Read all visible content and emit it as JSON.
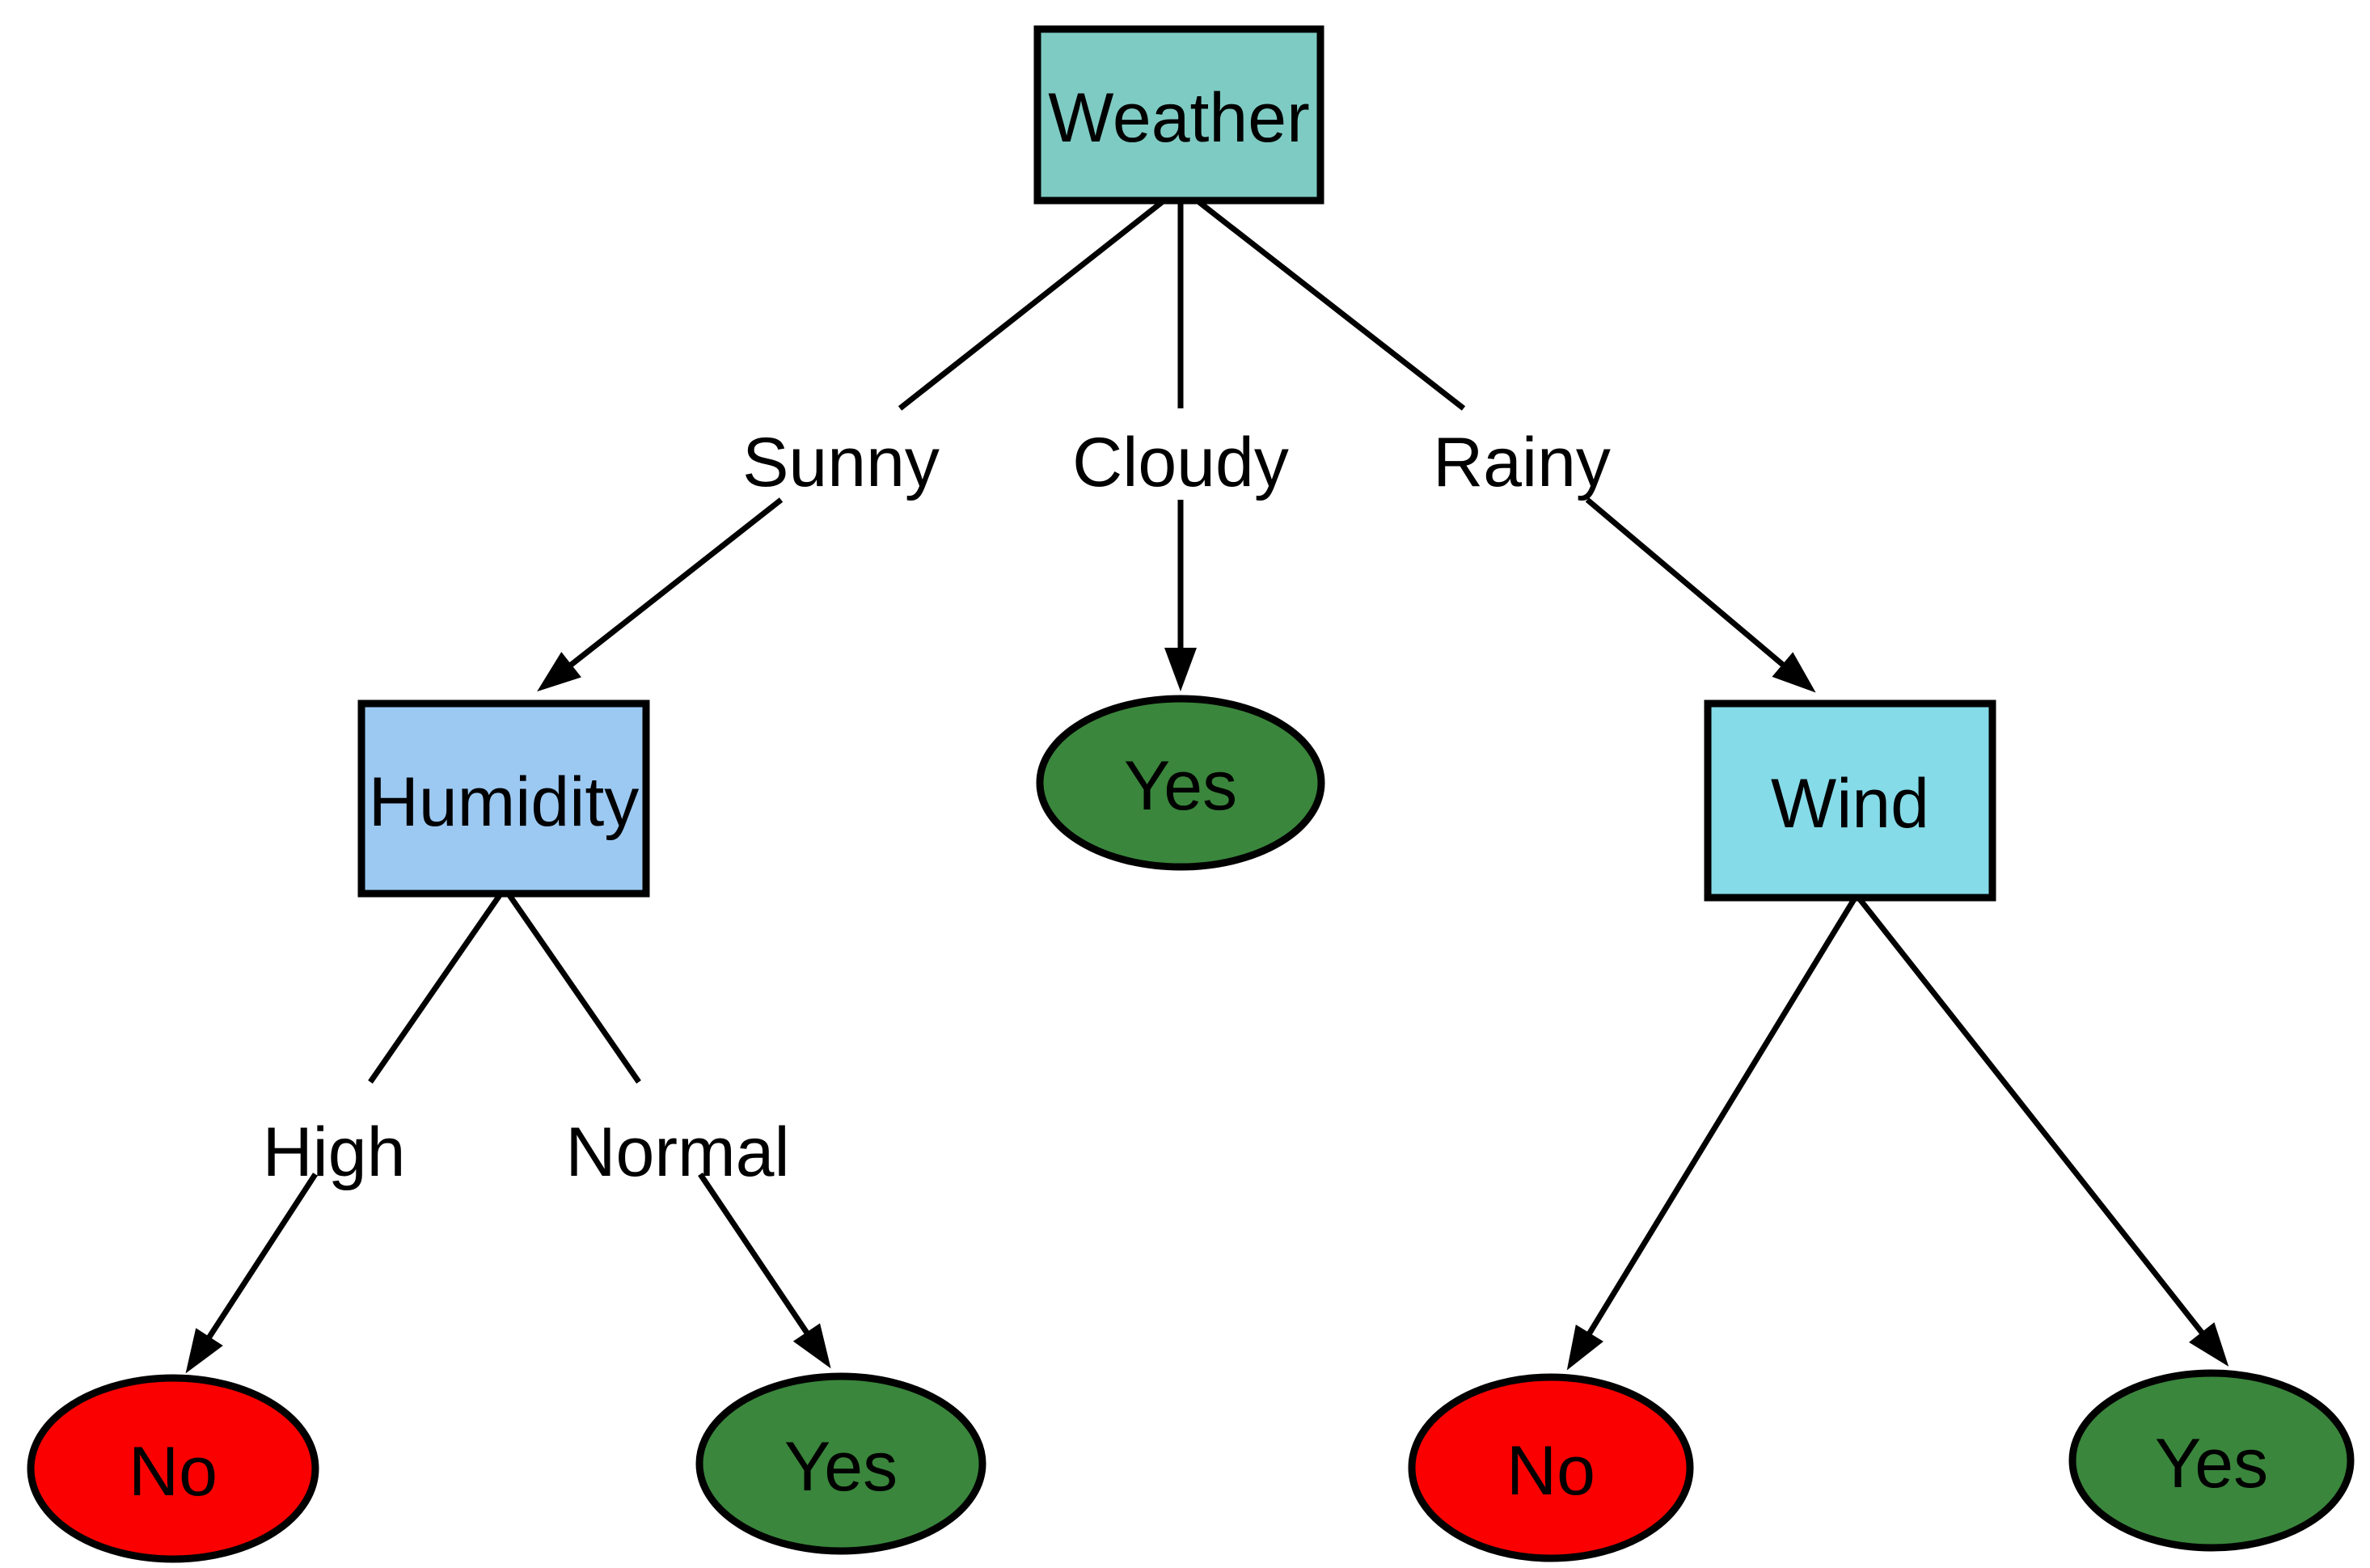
{
  "diagram_type": "decision-tree",
  "colors": {
    "background": "#ffffff",
    "weather_fill": "#7ecbc3",
    "humidity_fill": "#9cc9f2",
    "wind_fill": "#85dbe8",
    "yes_fill": "#3a863c",
    "no_fill": "#fa0000",
    "line": "#000000",
    "text": "#000000"
  },
  "nodes": {
    "weather": {
      "label": "Weather",
      "shape": "rectangle",
      "kind": "decision"
    },
    "humidity": {
      "label": "Humidity",
      "shape": "rectangle",
      "kind": "decision"
    },
    "wind": {
      "label": "Wind",
      "shape": "rectangle",
      "kind": "decision"
    },
    "yes_cloudy": {
      "label": "Yes",
      "shape": "ellipse",
      "kind": "leaf"
    },
    "no_high": {
      "label": "No",
      "shape": "ellipse",
      "kind": "leaf"
    },
    "yes_normal": {
      "label": "Yes",
      "shape": "ellipse",
      "kind": "leaf"
    },
    "no_wind": {
      "label": "No",
      "shape": "ellipse",
      "kind": "leaf"
    },
    "yes_wind": {
      "label": "Yes",
      "shape": "ellipse",
      "kind": "leaf"
    }
  },
  "edges": {
    "sunny": {
      "label": "Sunny",
      "from": "weather",
      "to": "humidity"
    },
    "cloudy": {
      "label": "Cloudy",
      "from": "weather",
      "to": "yes_cloudy"
    },
    "rainy": {
      "label": "Rainy",
      "from": "weather",
      "to": "wind"
    },
    "high": {
      "label": "High",
      "from": "humidity",
      "to": "no_high"
    },
    "normal": {
      "label": "Normal",
      "from": "humidity",
      "to": "yes_normal"
    },
    "wind_left": {
      "label": "",
      "from": "wind",
      "to": "no_wind"
    },
    "wind_right": {
      "label": "",
      "from": "wind",
      "to": "yes_wind"
    }
  }
}
